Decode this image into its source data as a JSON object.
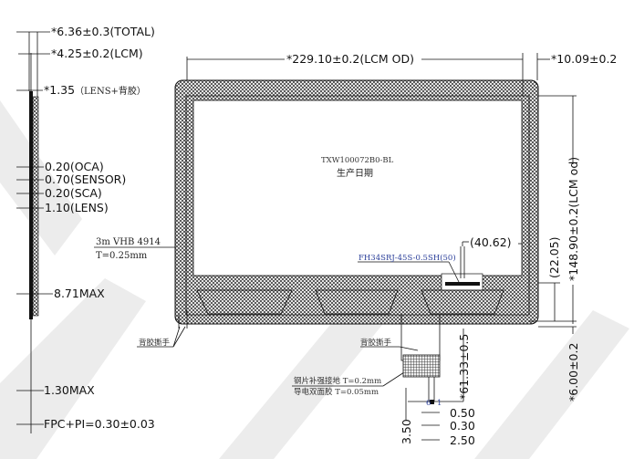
{
  "side_profile": {
    "total": "*6.36±0.3(TOTAL)",
    "lcm": "*4.25±0.2(LCM)",
    "lens_tape_num": "*1.35",
    "lens_tape_desc": "（LENS+背胶）",
    "oca": "0.20(OCA)",
    "sensor": "0.70(SENSOR)",
    "sca": "0.20(SCA)",
    "lens": "1.10(LENS)",
    "max_871": "8.71MAX",
    "max_130": "1.30MAX",
    "fpc_pi": "FPC+PI=0.30±0.03"
  },
  "front_view": {
    "lcm_od_width": "*229.10±0.2(LCM OD)",
    "right_offset": "*10.09±0.2",
    "lcm_od_height": "*148.90±0.2(LCM od)",
    "dim_2205": "(22.05)",
    "dim_4062": "(40.62)",
    "model": "TXW100072B0-BL",
    "date_label": "生产日期",
    "connector": "FH34SRJ-45S-0.5SH(50)",
    "tape_line1": "3m VHB 4914",
    "tape_line2": "T=0.25mm",
    "pull_tab_left": "背胶撕手",
    "pull_tab_fpc": "背胶撕手",
    "stiffener_line1": "钢片补强接地 T=0.2mm",
    "stiffener_line2": "导电双面胶 T=0.05mm",
    "fpc_length": "*61.33±0.5",
    "bottom_offset": "*6.00±0.2",
    "pin_6": "6",
    "pin_1": "1",
    "dim_350": "3.50",
    "dim_050": "0.50",
    "dim_030": "0.30",
    "dim_250": "2.50"
  }
}
